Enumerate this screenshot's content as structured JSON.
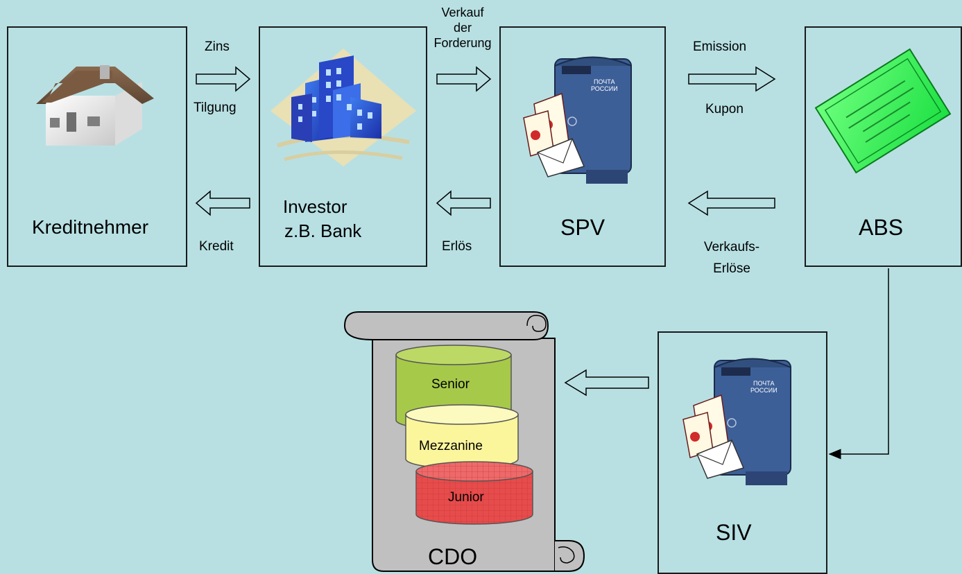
{
  "colors": {
    "background": "#b8e0e3",
    "border": "#1a1a1a",
    "senior": "#a6c94a",
    "mezzanine": "#fbf59c",
    "junior": "#e74c4c",
    "certificate": "#39ff58",
    "mailbox": "#3d5f98"
  },
  "nodes": {
    "kreditnehmer": "Kreditnehmer",
    "investor_line1": "Investor",
    "investor_line2": "z.B. Bank",
    "spv": "SPV",
    "abs": "ABS",
    "siv": "SIV",
    "cdo": "CDO"
  },
  "tranches": {
    "senior": "Senior",
    "mezzanine": "Mezzanine",
    "junior": "Junior"
  },
  "flows": {
    "zins": "Zins",
    "tilgung": "Tilgung",
    "kredit": "Kredit",
    "verkauf_line1": "Verkauf",
    "verkauf_line2": "der",
    "verkauf_line3": "Forderung",
    "erloes": "Erlös",
    "emission": "Emission",
    "kupon": "Kupon",
    "verkaufserloese_line1": "Verkaufs-",
    "verkaufserloese_line2": "Erlöse"
  },
  "mailbox_text": {
    "line1": "ПОЧТА",
    "line2": "РОССИИ"
  }
}
